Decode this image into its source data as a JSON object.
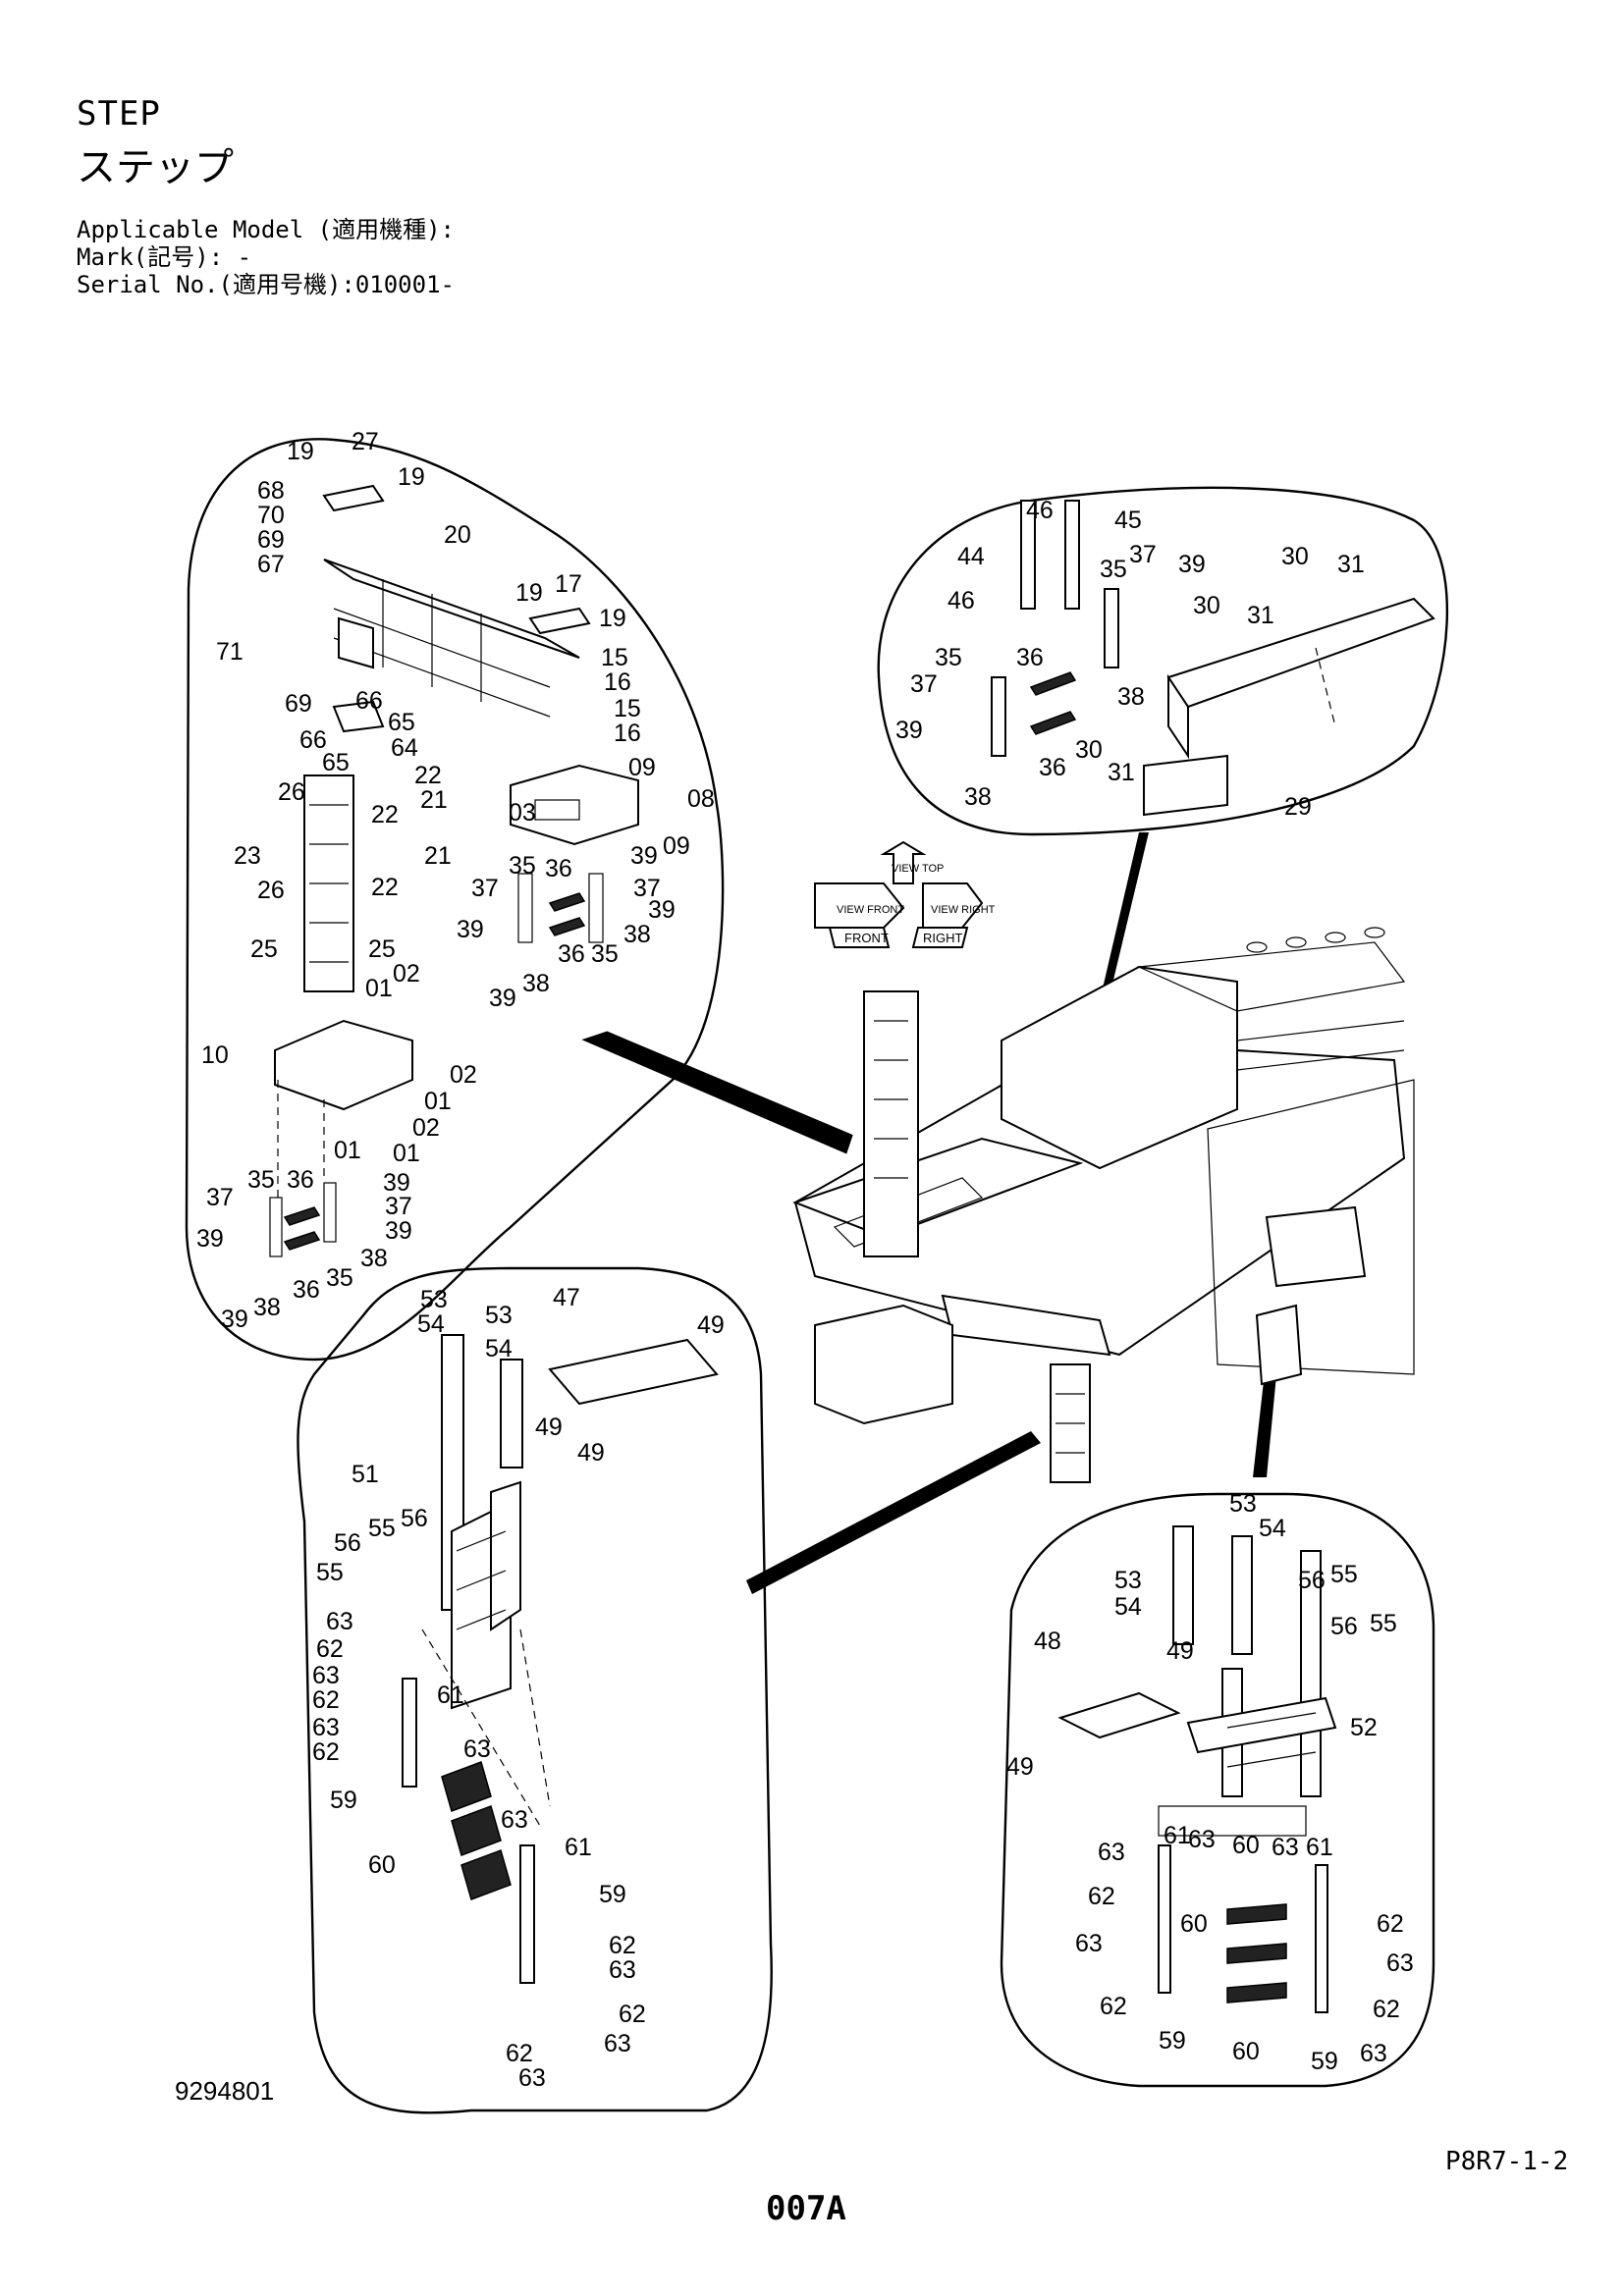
{
  "header": {
    "title_en": "STEP",
    "title_jp": "ステップ",
    "applicable_model": "Applicable Model (適用機種):",
    "mark": "Mark(記号): -",
    "serial": "Serial No.(適用号機):010001-"
  },
  "footer": {
    "doc_number": "9294801",
    "page_code": "P8R7-1-2",
    "page_number": "007A"
  },
  "orientation": {
    "front": "FRONT",
    "right": "RIGHT",
    "top_view": "VIEW TOP",
    "front_view": "VIEW FRONT",
    "right_view": "VIEW RIGHT"
  },
  "callouts": {
    "top_left_balloon": [
      "19",
      "27",
      "19",
      "68",
      "70",
      "69",
      "67",
      "20",
      "19",
      "17",
      "19",
      "15",
      "16",
      "15",
      "16",
      "71",
      "69",
      "66",
      "65",
      "66",
      "64",
      "65",
      "22",
      "26",
      "21",
      "22",
      "23",
      "21",
      "26",
      "22",
      "03",
      "09",
      "08",
      "09",
      "35",
      "36",
      "39",
      "37",
      "37",
      "39",
      "39",
      "38",
      "36",
      "35",
      "39",
      "38",
      "25",
      "25",
      "01",
      "02",
      "10",
      "02",
      "01",
      "02",
      "01",
      "01",
      "37",
      "35",
      "36",
      "39",
      "37",
      "39",
      "39",
      "38",
      "39",
      "38",
      "36",
      "35"
    ],
    "top_right_balloon": [
      "46",
      "45",
      "44",
      "35",
      "37",
      "39",
      "46",
      "30",
      "31",
      "30",
      "31",
      "35",
      "36",
      "37",
      "38",
      "39",
      "30",
      "31",
      "36",
      "38",
      "29"
    ],
    "bottom_left_balloon": [
      "53",
      "54",
      "53",
      "54",
      "47",
      "49",
      "49",
      "49",
      "51",
      "56",
      "55",
      "56",
      "55",
      "63",
      "62",
      "63",
      "62",
      "63",
      "62",
      "61",
      "63",
      "59",
      "63",
      "61",
      "60",
      "59",
      "62",
      "63",
      "62",
      "63",
      "62",
      "63"
    ],
    "bottom_right_balloon": [
      "53",
      "54",
      "53",
      "54",
      "56",
      "55",
      "56",
      "55",
      "48",
      "49",
      "52",
      "49",
      "63",
      "61",
      "63",
      "60",
      "63",
      "61",
      "62",
      "62",
      "60",
      "63",
      "63",
      "62",
      "62",
      "59",
      "60",
      "59",
      "63"
    ]
  }
}
